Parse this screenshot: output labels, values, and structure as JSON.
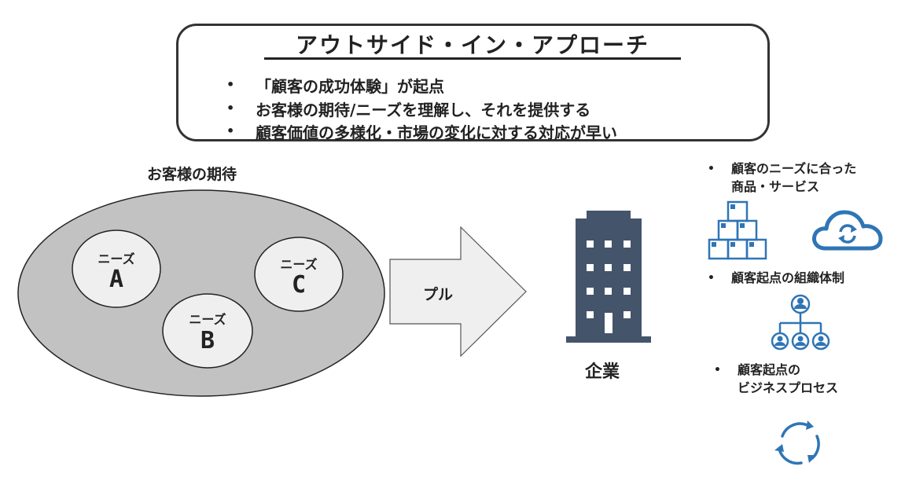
{
  "header": {
    "title": "アウトサイド・イン・アプローチ",
    "bullets": [
      "「顧客の成功体験」が起点",
      "お客様の期待/ニーズを理解し、それを提供する",
      "顧客価値の多様化・市場の変化に対する対応が早い"
    ],
    "bullet_symbol": "•"
  },
  "customer": {
    "label": "お客様の期待",
    "needs": [
      {
        "label": "ニーズ",
        "letter": "A"
      },
      {
        "label": "ニーズ",
        "letter": "B"
      },
      {
        "label": "ニーズ",
        "letter": "C"
      }
    ]
  },
  "arrow": {
    "label": "プル"
  },
  "company": {
    "label": "企業"
  },
  "side": {
    "items": [
      {
        "lines": [
          "顧客のニーズに合った",
          "商品・サービス"
        ]
      },
      {
        "lines": [
          "顧客起点の組織体制"
        ]
      },
      {
        "lines": [
          "顧客起点の",
          "ビジネスプロセス"
        ]
      }
    ]
  },
  "colors": {
    "outer_ellipse": "#c2c2c2",
    "need_circle": "#efefef",
    "arrow_fill": "#efefef",
    "building": "#44546a",
    "icon_blue": "#2f75b5"
  },
  "icons": [
    "boxes-icon",
    "cloud-sync-icon",
    "org-chart-icon",
    "cycle-arrows-icon",
    "building-icon"
  ]
}
